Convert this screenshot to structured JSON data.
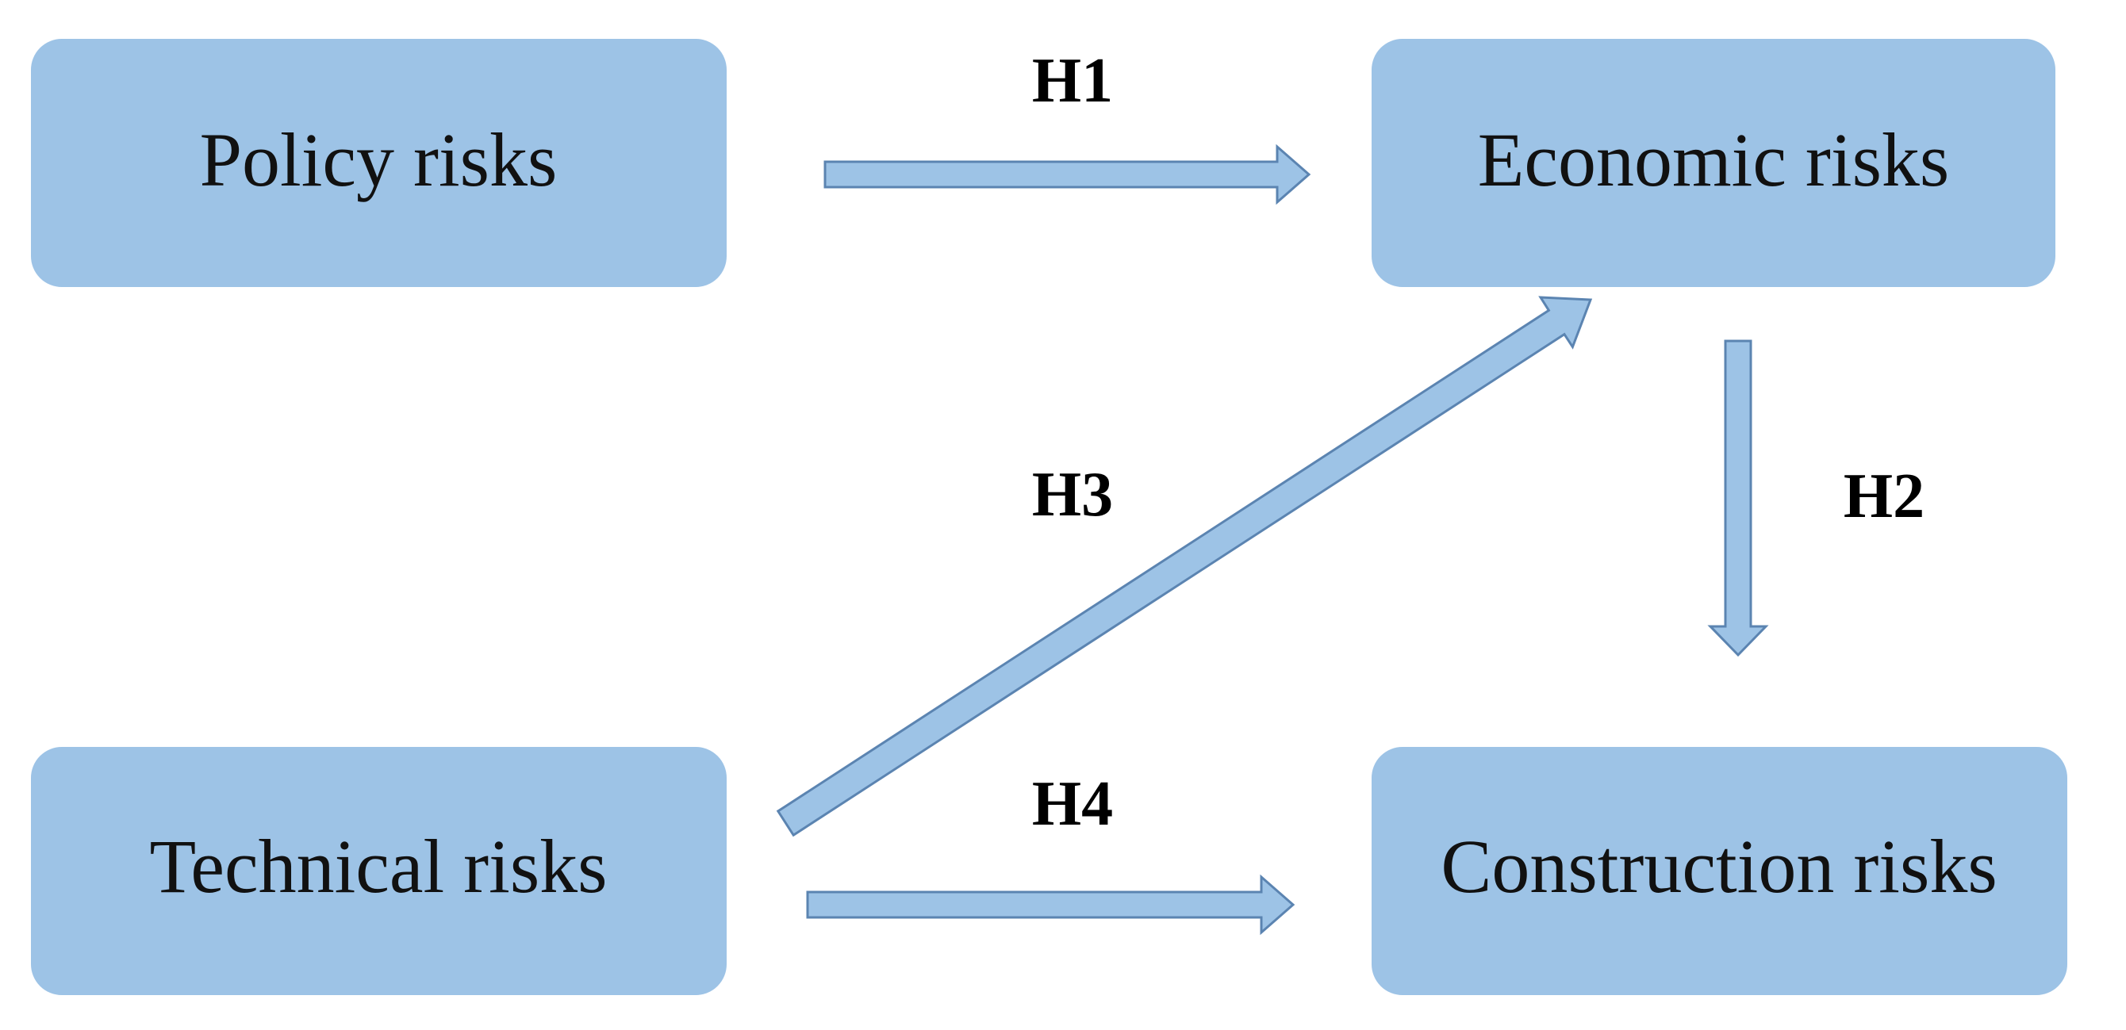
{
  "diagram": {
    "nodes": {
      "policy": {
        "label": "Policy risks"
      },
      "economic": {
        "label": "Economic risks"
      },
      "technical": {
        "label": "Technical risks"
      },
      "construction": {
        "label": "Construction risks"
      }
    },
    "edges": {
      "h1": {
        "from": "policy",
        "to": "economic",
        "label": "H1"
      },
      "h2": {
        "from": "economic",
        "to": "construction",
        "label": "H2"
      },
      "h3": {
        "from": "technical",
        "to": "economic",
        "label": "H3"
      },
      "h4": {
        "from": "technical",
        "to": "construction",
        "label": "H4"
      }
    },
    "colors": {
      "box_fill": "#9dc3e6",
      "arrow_fill": "#9dc3e6",
      "arrow_stroke": "#5b84b1",
      "text": "#111111"
    }
  }
}
